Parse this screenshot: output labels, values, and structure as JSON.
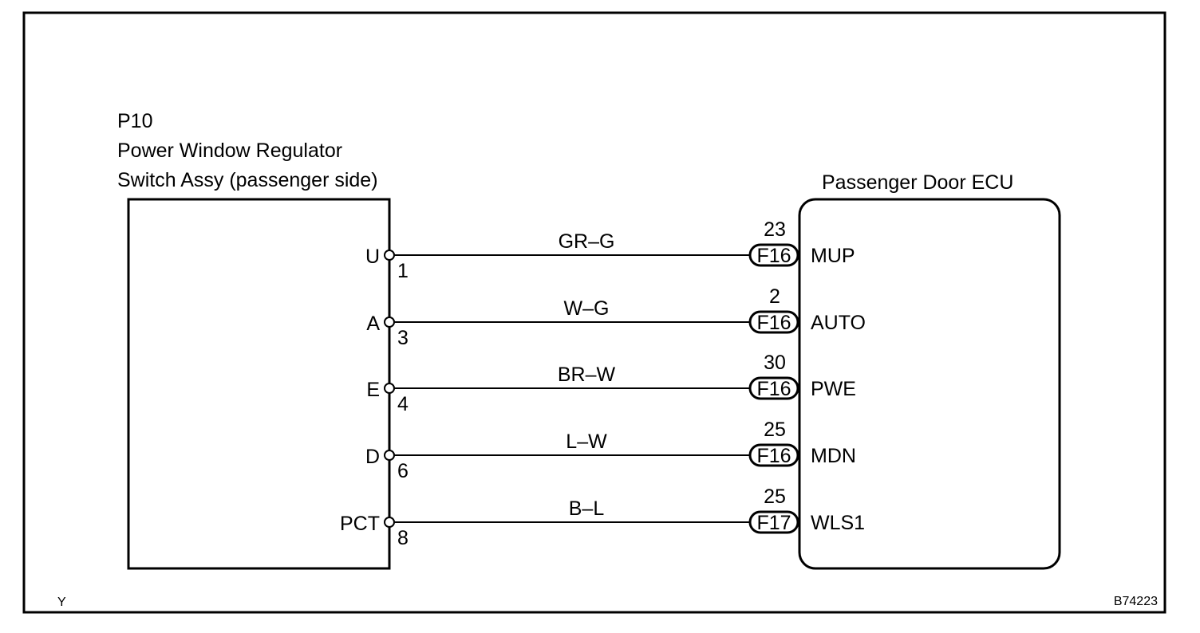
{
  "switch_assy": {
    "code": "P10",
    "name_line1": "Power Window Regulator",
    "name_line2": "Switch Assy (passenger side)"
  },
  "ecu": {
    "name": "Passenger Door ECU"
  },
  "circuits": [
    {
      "switch_terminal": "U",
      "switch_pin": "1",
      "wire_color": "GR–G",
      "ecu_pin": "23",
      "connector": "F16",
      "ecu_terminal": "MUP"
    },
    {
      "switch_terminal": "A",
      "switch_pin": "3",
      "wire_color": "W–G",
      "ecu_pin": "2",
      "connector": "F16",
      "ecu_terminal": "AUTO"
    },
    {
      "switch_terminal": "E",
      "switch_pin": "4",
      "wire_color": "BR–W",
      "ecu_pin": "30",
      "connector": "F16",
      "ecu_terminal": "PWE"
    },
    {
      "switch_terminal": "D",
      "switch_pin": "6",
      "wire_color": "L–W",
      "ecu_pin": "25",
      "connector": "F16",
      "ecu_terminal": "MDN"
    },
    {
      "switch_terminal": "PCT",
      "switch_pin": "8",
      "wire_color": "B–L",
      "ecu_pin": "25",
      "connector": "F17",
      "ecu_terminal": "WLS1"
    }
  ],
  "footer": {
    "left_code": "Y",
    "figure_id": "B74223"
  }
}
